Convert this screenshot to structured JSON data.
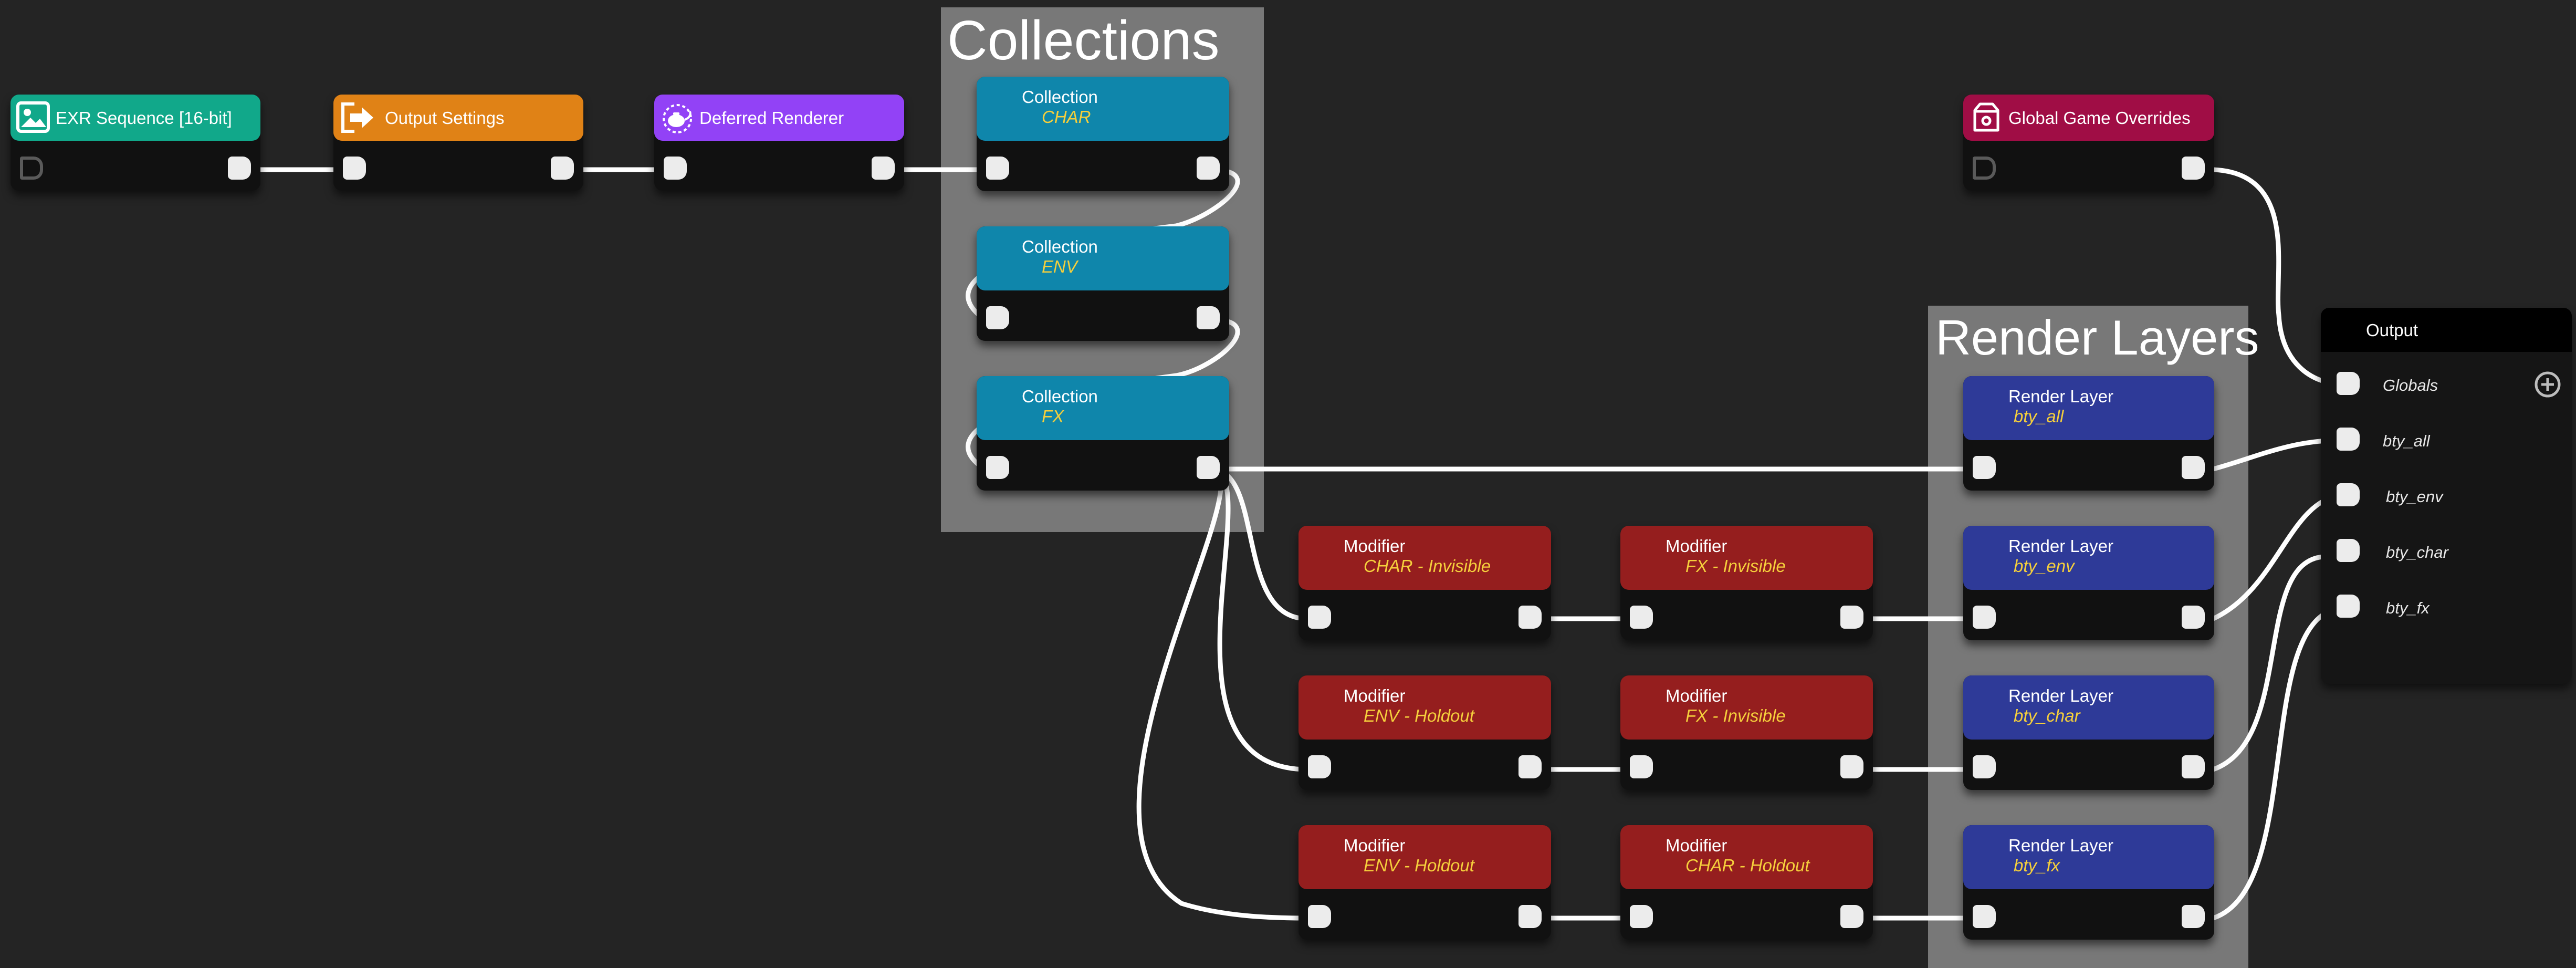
{
  "groups": {
    "collections": "Collections",
    "render_layers": "Render Layers"
  },
  "nodes": {
    "exr": {
      "title": "EXR Sequence [16-bit]",
      "color": "#11a88a",
      "icon": "image-icon"
    },
    "output_settings": {
      "title": "Output Settings",
      "color": "#e08216",
      "icon": "export-icon"
    },
    "deferred_renderer": {
      "title": "Deferred Renderer",
      "color": "#9242f6",
      "icon": "teapot-icon"
    },
    "global_overrides": {
      "title": "Global Game Overrides",
      "color": "#a00d45",
      "icon": "box-icon"
    },
    "collection_char": {
      "label": "Collection",
      "sub": "CHAR",
      "color": "#0f86ab"
    },
    "collection_env": {
      "label": "Collection",
      "sub": "ENV",
      "color": "#0f86ab"
    },
    "collection_fx": {
      "label": "Collection",
      "sub": "FX",
      "color": "#0f86ab"
    },
    "mod_r1_a": {
      "label": "Modifier",
      "sub": "CHAR - Invisible",
      "color": "#951e1e"
    },
    "mod_r1_b": {
      "label": "Modifier",
      "sub": "FX - Invisible",
      "color": "#951e1e"
    },
    "mod_r2_a": {
      "label": "Modifier",
      "sub": "ENV - Holdout",
      "color": "#951e1e"
    },
    "mod_r2_b": {
      "label": "Modifier",
      "sub": "FX - Invisible",
      "color": "#951e1e"
    },
    "mod_r3_a": {
      "label": "Modifier",
      "sub": "ENV - Holdout",
      "color": "#951e1e"
    },
    "mod_r3_b": {
      "label": "Modifier",
      "sub": "CHAR - Holdout",
      "color": "#951e1e"
    },
    "rl_all": {
      "label": "Render Layer",
      "sub": "bty_all",
      "color": "#2e3a98"
    },
    "rl_env": {
      "label": "Render Layer",
      "sub": "bty_env",
      "color": "#2e3a98"
    },
    "rl_char": {
      "label": "Render Layer",
      "sub": "bty_char",
      "color": "#2e3a98"
    },
    "rl_fx": {
      "label": "Render Layer",
      "sub": "bty_fx",
      "color": "#2e3a98"
    }
  },
  "output": {
    "title": "Output",
    "inputs": [
      "Globals",
      "bty_all",
      "bty_env",
      "bty_char",
      "bty_fx"
    ],
    "add_icon": "plus-circle-icon"
  },
  "colors": {
    "background": "#242424",
    "group_bg": "#787878",
    "node_body": "#111111",
    "wire": "#ffffff",
    "subtitle": "#f5cf3c"
  }
}
